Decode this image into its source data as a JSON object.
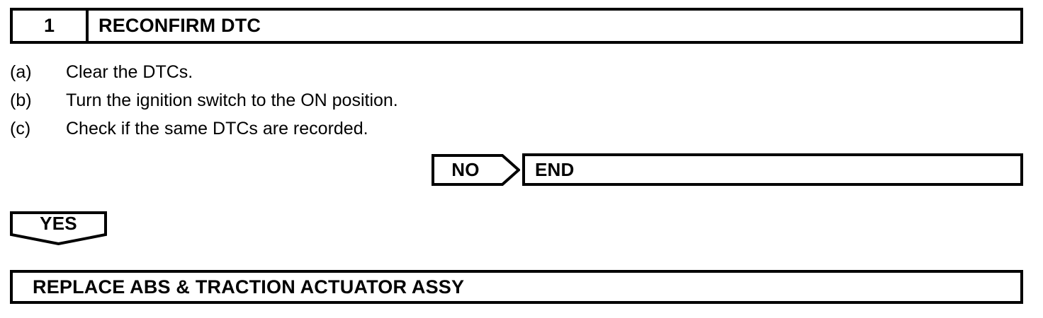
{
  "step_header": {
    "number": "1",
    "title": "RECONFIRM DTC"
  },
  "instructions": [
    {
      "label": "(a)",
      "text": "Clear the DTCs."
    },
    {
      "label": "(b)",
      "text": "Turn the ignition switch to the ON position."
    },
    {
      "label": "(c)",
      "text": "Check if the same DTCs are recorded."
    }
  ],
  "branches": {
    "no": {
      "label": "NO",
      "target": "END"
    },
    "yes": {
      "label": "YES"
    }
  },
  "result": {
    "text": "REPLACE ABS & TRACTION ACTUATOR ASSY"
  },
  "colors": {
    "ink": "#000000",
    "paper": "#ffffff"
  }
}
